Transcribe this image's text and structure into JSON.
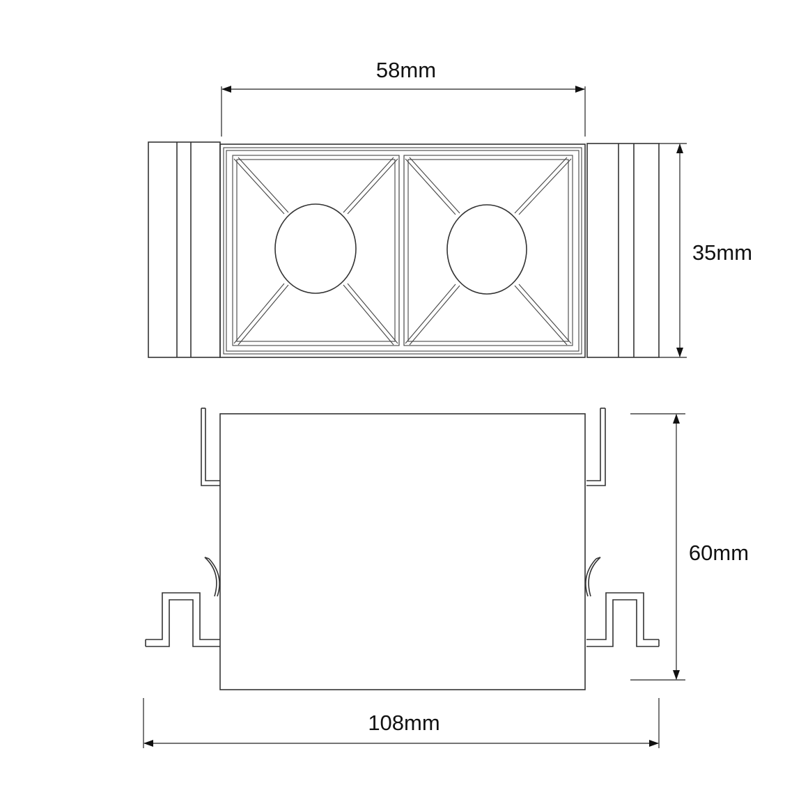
{
  "dimensions": {
    "top_width": "58mm",
    "top_height": "35mm",
    "side_height": "60mm",
    "overall_width": "108mm"
  },
  "colors": {
    "stroke": "#333333",
    "background": "#ffffff"
  }
}
